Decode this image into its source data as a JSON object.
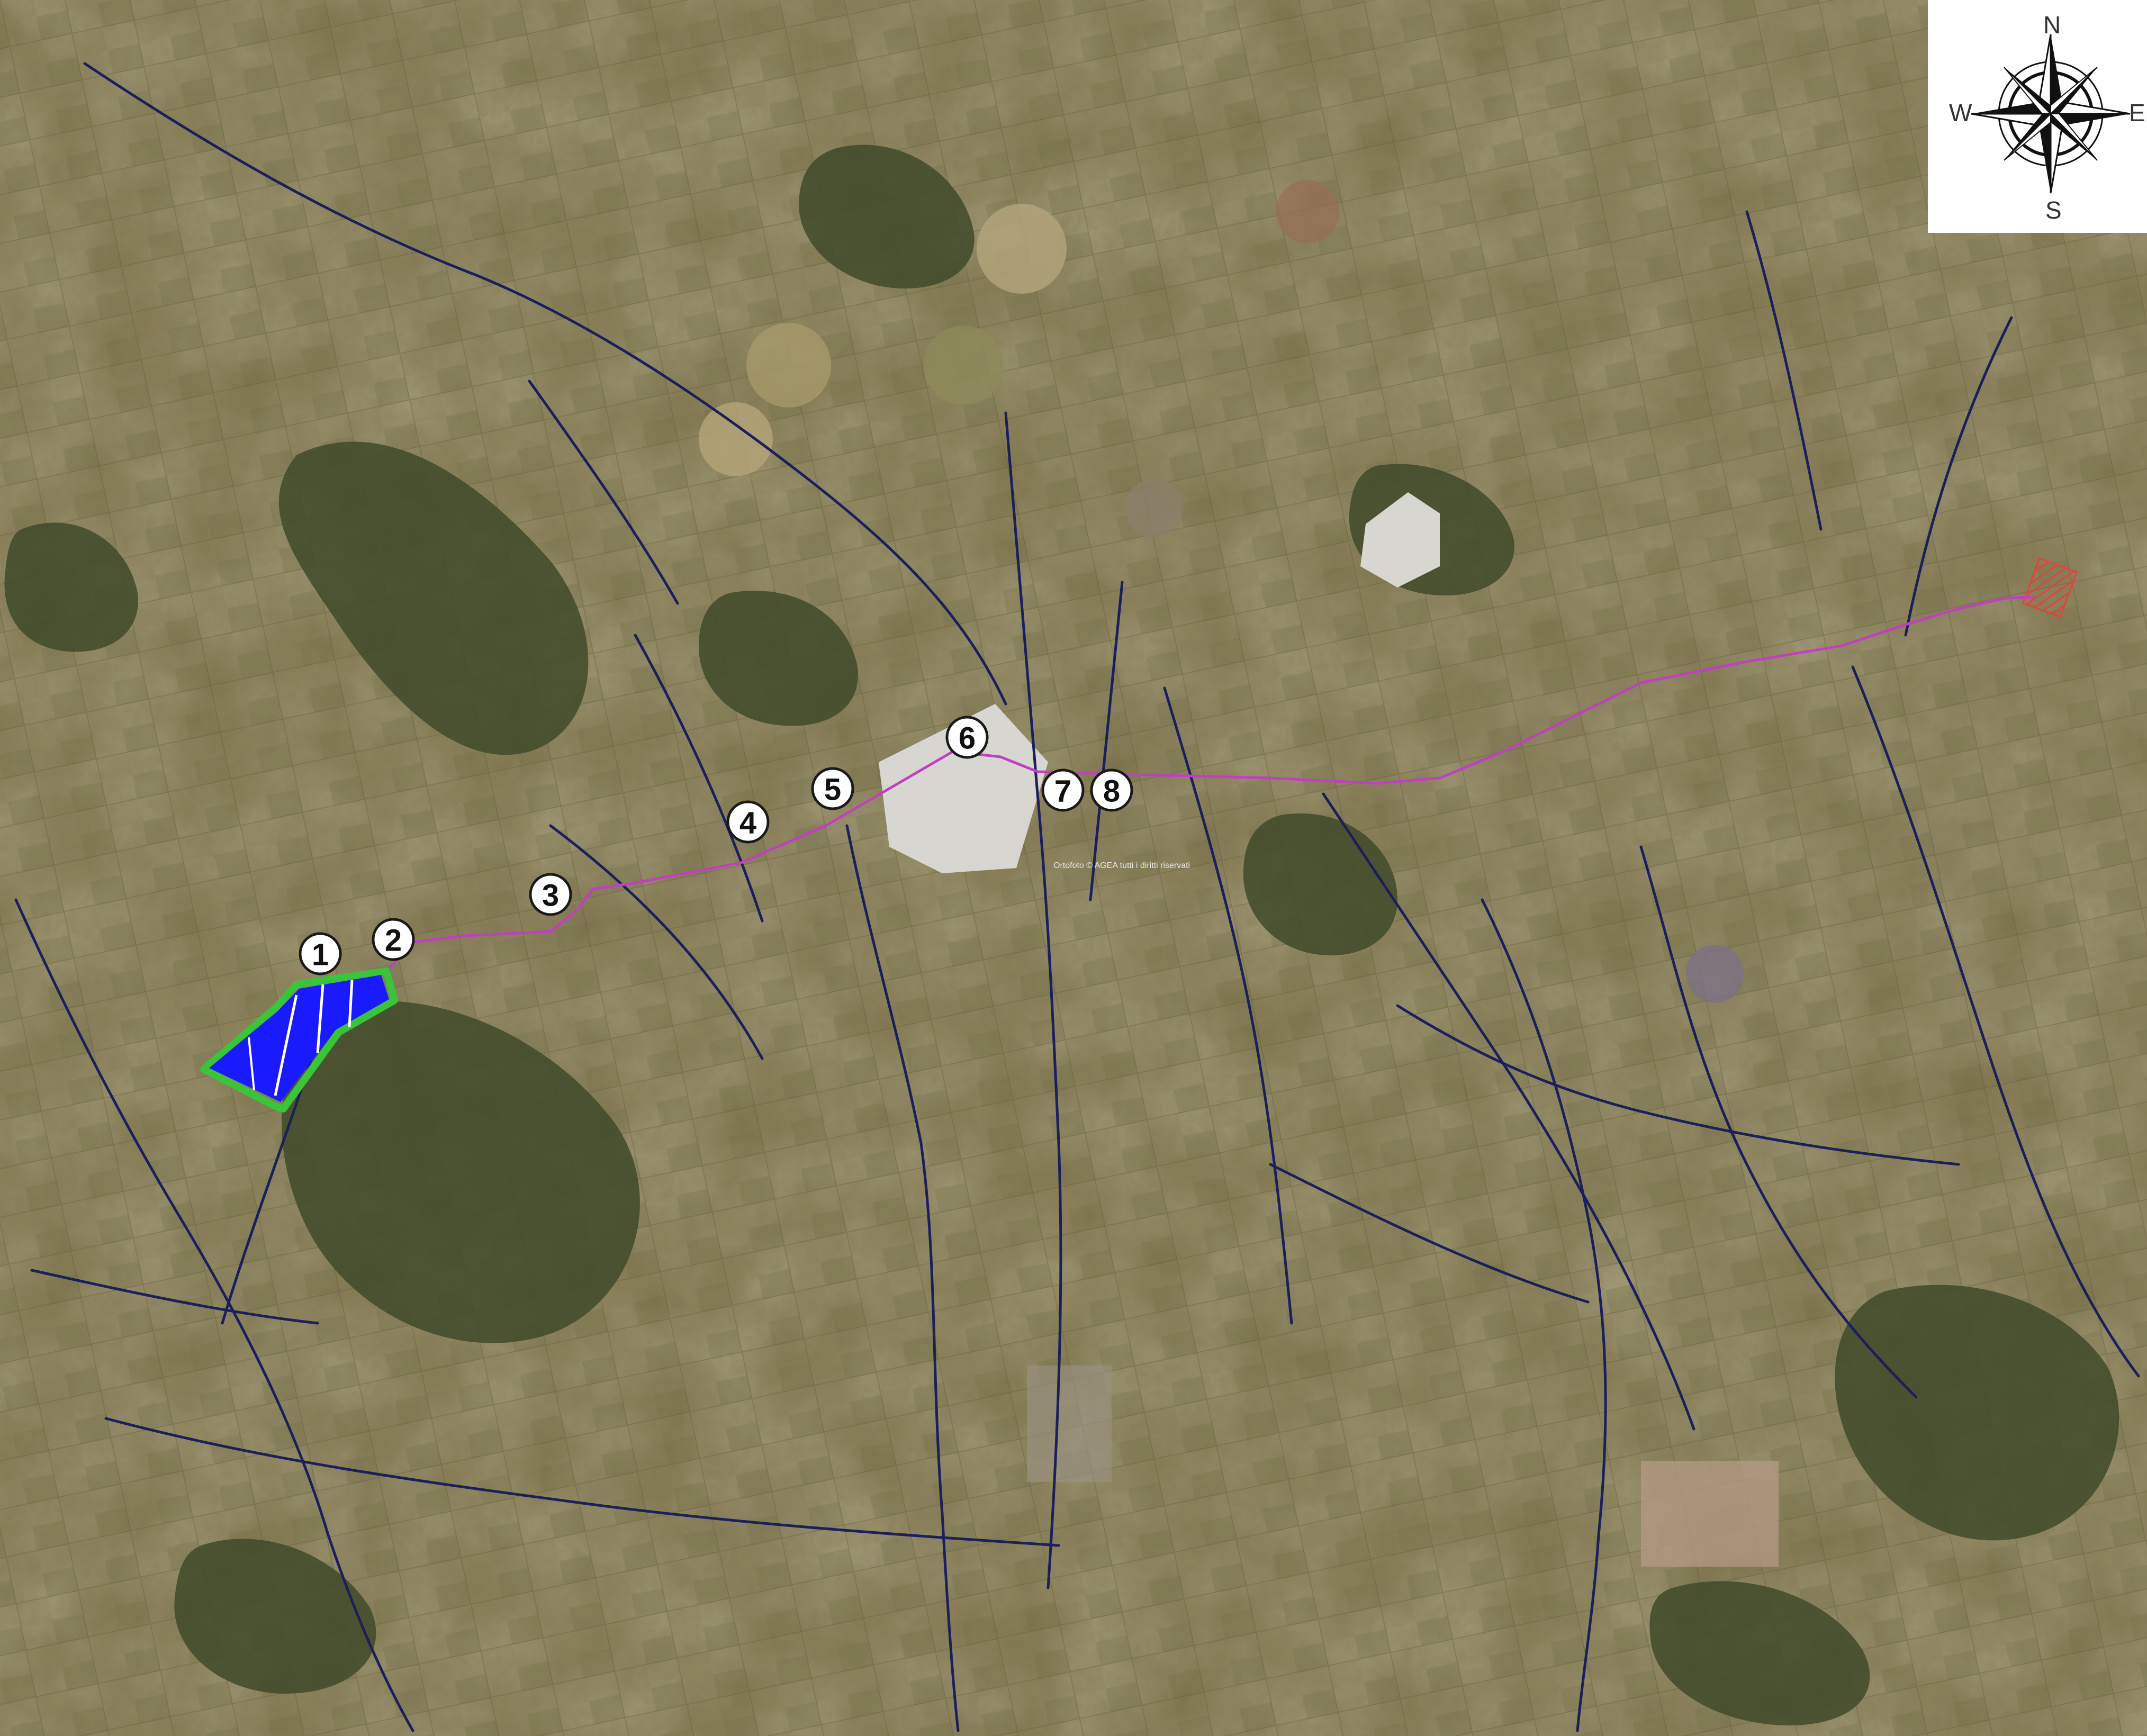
{
  "map": {
    "colors": {
      "farmland_base": "#7a7048",
      "forest": "#3f4a2a",
      "dry_field": "#9c8c62",
      "quarry": "#d8d6d0",
      "streams": "#1b1f5a",
      "cable_route": "#c040c0",
      "solar_plant_fill": "#1a1aff",
      "solar_plant_border": "#39c43a",
      "substation_hatch": "#e8413a"
    },
    "markers": [
      {
        "id": "1",
        "label": "1"
      },
      {
        "id": "2",
        "label": "2"
      },
      {
        "id": "3",
        "label": "3"
      },
      {
        "id": "4",
        "label": "4"
      },
      {
        "id": "5",
        "label": "5"
      },
      {
        "id": "6",
        "label": "6"
      },
      {
        "id": "7",
        "label": "7"
      },
      {
        "id": "8",
        "label": "8"
      }
    ],
    "ortho_credit": "Ortofoto © AGEA tutti i diritti riservati"
  },
  "compass": {
    "icon": "compass-rose-icon",
    "north": "N",
    "south": "S",
    "east": "E",
    "west": "W"
  }
}
